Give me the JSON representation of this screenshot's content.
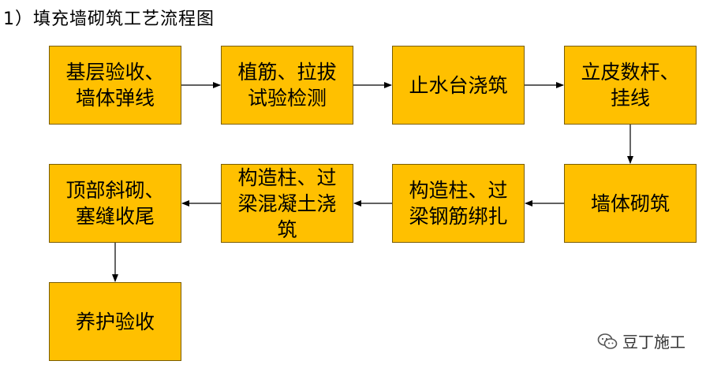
{
  "title": "1）填充墙砌筑工艺流程图",
  "steps": [
    "基层验收、\n墙体弹线",
    "植筋、拉拔\n试验检测",
    "止水台浇筑",
    "立皮数杆、\n挂线",
    "墙体砌筑",
    "构造柱、过\n梁钢筋绑扎",
    "构造柱、过\n梁混凝土浇\n筑",
    "顶部斜砌、\n塞缝收尾",
    "养护验收"
  ],
  "watermark": {
    "text": "豆丁施工",
    "icon": "wechat-icon"
  },
  "colors": {
    "box_fill": "#FFC000",
    "arrow": "#000000"
  }
}
